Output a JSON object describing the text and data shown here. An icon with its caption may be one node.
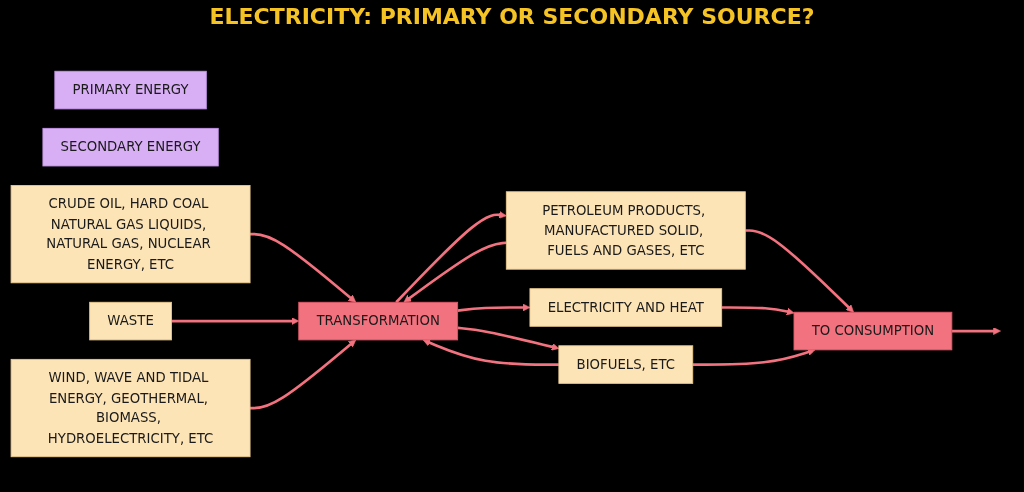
{
  "diagram": {
    "title": "ELECTRICITY: PRIMARY OR SECONDARY SOURCE?",
    "nodes": [
      {
        "text": [
          "PRIMARY ENERGY"
        ]
      },
      {
        "text": [
          "SECONDARY ENERGY"
        ]
      },
      {
        "text": [
          "CRUDE OIL, HARD COAL NATURAL GAS LIQUIDS, NATURAL GAS, NUCLEAR ENERGY, ETC"
        ]
      },
      {
        "text": [
          "WASTE"
        ]
      },
      {
        "text": [
          "WIND, WAVE AND TIDAL ENERGY, GEOTHERMAL, BIOMASS, HYDROELECTRICITY, ETC"
        ]
      },
      {
        "text": [
          "TRANSFORMATION"
        ]
      },
      {
        "text": [
          "PETROLEUM PRODUCTS, MANUFACTURED SOLID, FUELS AND GASES, ETC"
        ]
      },
      {
        "text": [
          "ELECTRICITY AND HEAT"
        ]
      },
      {
        "text": [
          "BIOFUELS, ETC"
        ]
      },
      {
        "text": [
          "TO CONSUMPTION"
        ]
      }
    ],
    "edges": [
      {
        "from": 2,
        "to": 5,
        "arrow": "to"
      },
      {
        "from": 3,
        "to": 5,
        "arrow": "to"
      },
      {
        "from": 4,
        "to": 5,
        "arrow": "to"
      },
      {
        "from": 5,
        "to": 6,
        "arrow": "to"
      },
      {
        "from": 6,
        "to": 5,
        "arrow": "to"
      },
      {
        "from": 5,
        "to": 7,
        "arrow": "to"
      },
      {
        "from": 5,
        "to": 8,
        "arrow": "to"
      },
      {
        "from": 8,
        "to": 5,
        "arrow": "to"
      },
      {
        "from": 6,
        "to": 9,
        "arrow": "to"
      },
      {
        "from": 7,
        "to": 9,
        "arrow": "to"
      },
      {
        "from": 8,
        "to": 9,
        "arrow": "to"
      },
      {
        "from": 9,
        "to": null,
        "arrow": "to"
      }
    ]
  }
}
